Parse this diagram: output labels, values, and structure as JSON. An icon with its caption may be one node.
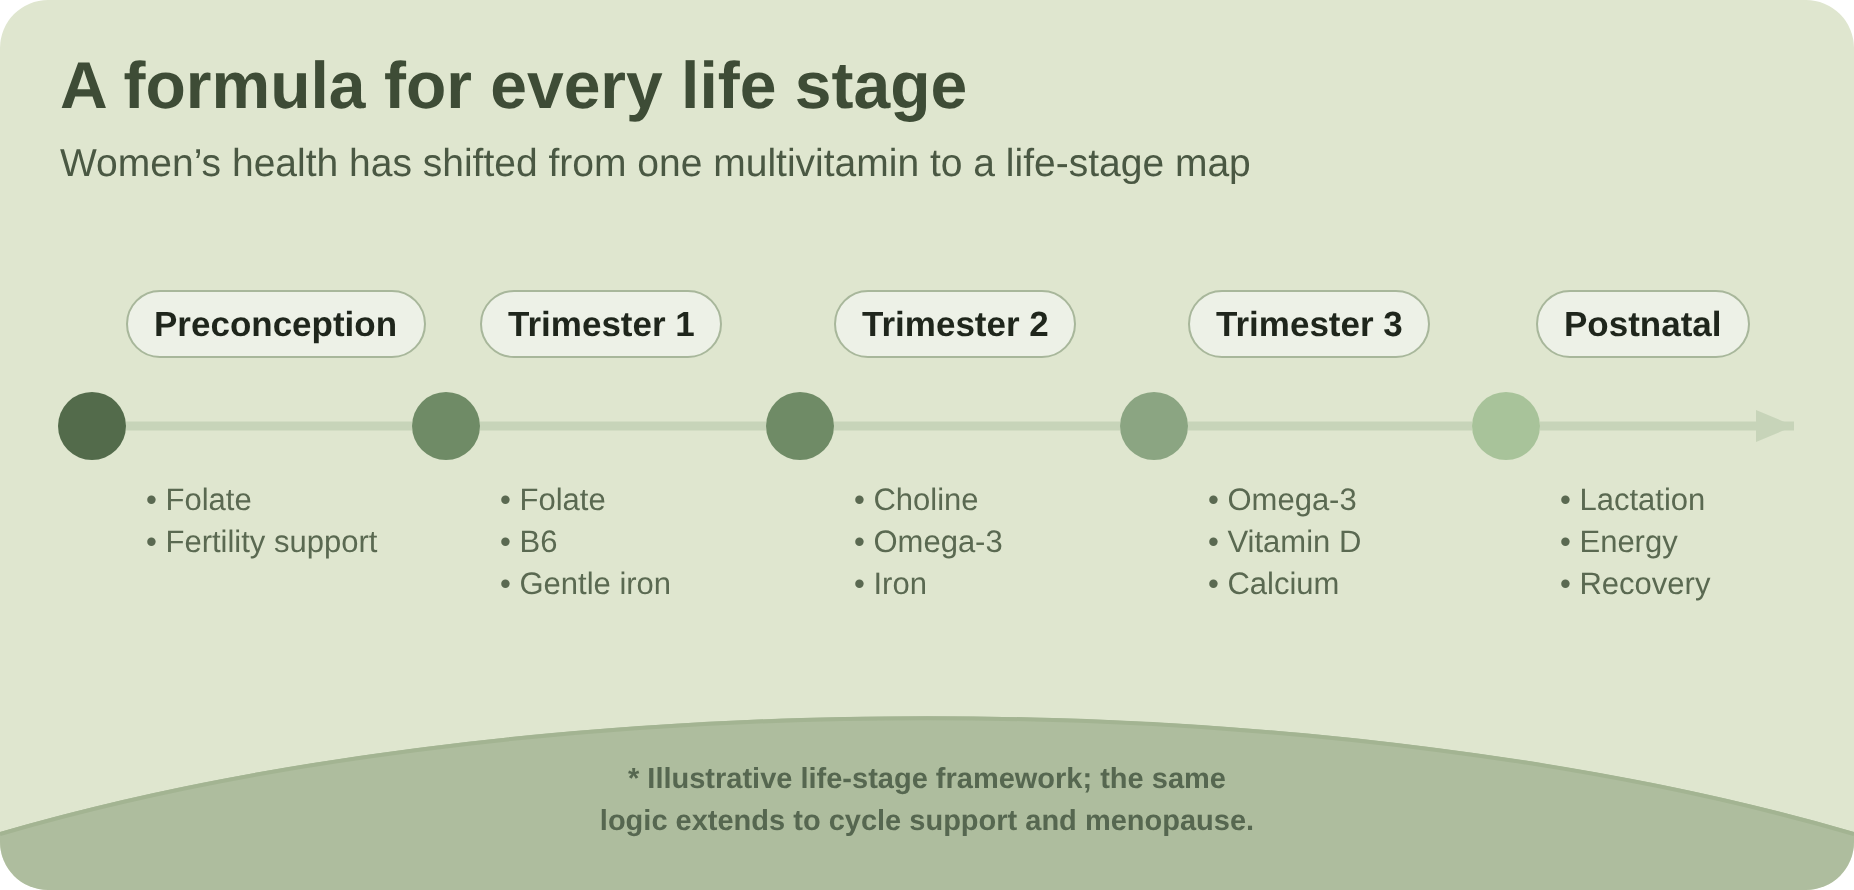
{
  "diagram": {
    "title": "A formula for every life stage",
    "nodes": [
      {
        "text": [
          "Preconception"
        ]
      },
      {
        "text": [
          "Trimester 1"
        ]
      },
      {
        "text": [
          "Trimester 2"
        ]
      },
      {
        "text": [
          "Trimester 3"
        ]
      },
      {
        "text": [
          "Postnatal"
        ]
      },
      {
        "text": [],
        "shape": "circle",
        "beside": [
          "• Folate",
          "• Fertility support"
        ]
      },
      {
        "text": [],
        "shape": "circle",
        "beside": [
          "• Folate",
          "• B6",
          "• Gentle iron"
        ]
      },
      {
        "text": [],
        "shape": "circle",
        "beside": [
          "• Choline",
          "• Omega-3",
          "• Iron"
        ]
      },
      {
        "text": [],
        "shape": "circle",
        "beside": [
          "• Omega-3",
          "• Vitamin D",
          "• Calcium"
        ]
      },
      {
        "text": [],
        "shape": "circle",
        "beside": [
          "• Lactation",
          "• Energy",
          "• Recovery"
        ]
      },
      {
        "text": [
          "* Illustrative life-stage framework; the same logic extends to cycle support and menopause."
        ]
      }
    ],
    "edges": [
      {
        "from": 5,
        "to": 6,
        "arrow": "none"
      },
      {
        "from": 6,
        "to": 7,
        "arrow": "none"
      },
      {
        "from": 7,
        "to": 8,
        "arrow": "none"
      },
      {
        "from": 8,
        "to": 9,
        "arrow": "none"
      },
      {
        "from": 9,
        "to": null,
        "arrow": "to"
      }
    ],
    "labels": [
      "Women’s health has shifted from one multivitamin to a life-stage map"
    ]
  }
}
